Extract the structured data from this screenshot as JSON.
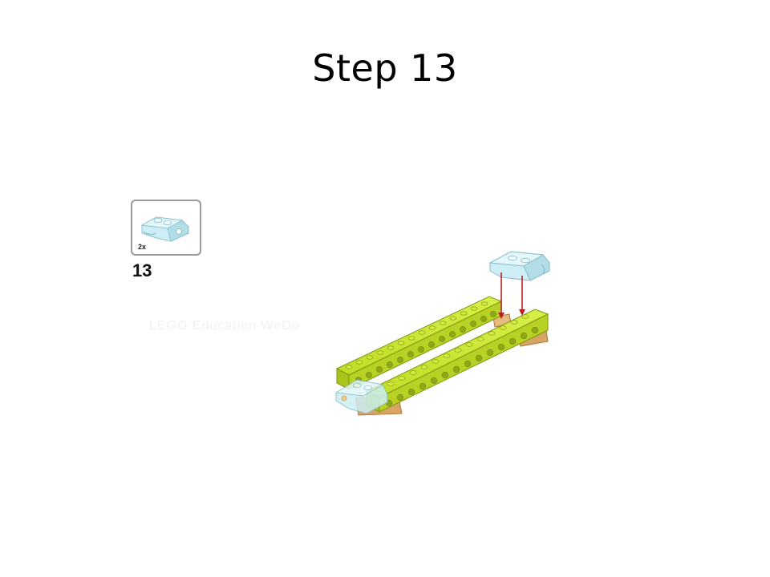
{
  "slide": {
    "title": "Step 13"
  },
  "parts_list": {
    "quantity": "2x",
    "part_icon": "transparent-light-blue-curved-brick-icon",
    "part_color": "#bfe6ee"
  },
  "instruction": {
    "step_number": "13",
    "watermark": "LEGO Education WeDo"
  },
  "colors": {
    "beam": "#c6e12b",
    "beam_dark": "#8fa815",
    "base_plate": "#d9a564",
    "arrow": "#b3201f",
    "transparent_part": "#bfe6ee"
  }
}
